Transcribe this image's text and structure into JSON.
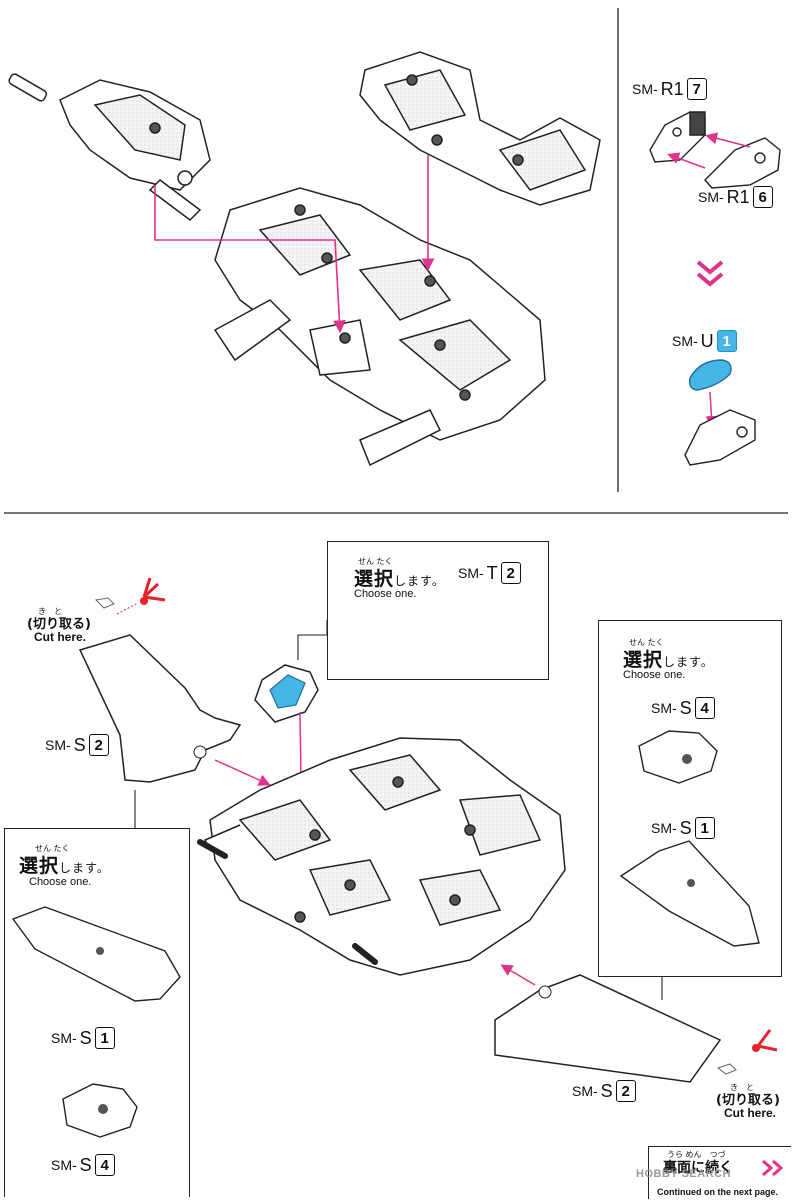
{
  "labels": {
    "r1_7": {
      "prefix": "SM-",
      "letter": "R1",
      "num": "7"
    },
    "r1_6": {
      "prefix": "SM-",
      "letter": "R1",
      "num": "6"
    },
    "u_1": {
      "prefix": "SM-",
      "letter": "U",
      "num": "1"
    },
    "t_2": {
      "prefix": "SM-",
      "letter": "T",
      "num": "2"
    },
    "s_2_left": {
      "prefix": "SM-",
      "letter": "S",
      "num": "2"
    },
    "s_4_right": {
      "prefix": "SM-",
      "letter": "S",
      "num": "4"
    },
    "s_1_right": {
      "prefix": "SM-",
      "letter": "S",
      "num": "1"
    },
    "s_1_left": {
      "prefix": "SM-",
      "letter": "S",
      "num": "1"
    },
    "s_4_left": {
      "prefix": "SM-",
      "letter": "S",
      "num": "4"
    },
    "s_2_bottom": {
      "prefix": "SM-",
      "letter": "S",
      "num": "2"
    }
  },
  "choose": {
    "furigana": "せん たく",
    "title_kanji": "選択",
    "title_kana": "します。",
    "english": "Choose one."
  },
  "cut": {
    "furigana": "き　と",
    "japanese": "(切り取る)",
    "english": "Cut here."
  },
  "continued": {
    "furigana": "うら めん　つづ",
    "japanese": "裏面に続く",
    "english": "Continued on the next page."
  },
  "watermark": "HOBBY SEARCH",
  "colors": {
    "arrow": "#e0338a",
    "blue_part": "#45b6e6",
    "cut_mark": "#e8202a"
  }
}
